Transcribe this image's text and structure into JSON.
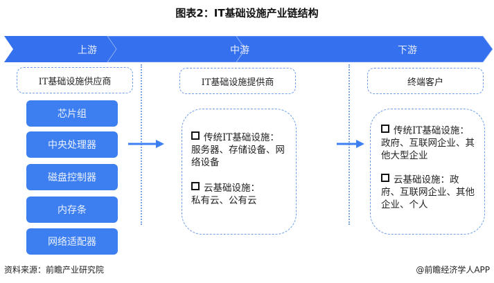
{
  "title": "图表2：IT基础设施产业链结构",
  "colors": {
    "accent": "#3d7ff0",
    "chevron": "#3570ee",
    "dashed_border": "#6f9de8"
  },
  "stages": [
    {
      "label": "上游",
      "header": "IT基础设施供应商"
    },
    {
      "label": "中游",
      "header": "IT基础设施提供商"
    },
    {
      "label": "下游",
      "header": "终端客户"
    }
  ],
  "upstream_items": [
    "芯片组",
    "中央处理器",
    "磁盘控制器",
    "内存条",
    "网络适配器"
  ],
  "midstream": {
    "bullets": [
      {
        "title": "传统IT基础设施：",
        "body": "服务器、存储设备、网络设备"
      },
      {
        "title": "云基础设施：",
        "body": "私有云、公有云"
      }
    ]
  },
  "downstream": {
    "bullets": [
      {
        "text": "传统IT基础设施：政府、互联网企业、其他大型企业"
      },
      {
        "text": "云基础设施：政府、互联网企业、其他企业、个人"
      }
    ]
  },
  "footer": {
    "source": "资料来源：前瞻产业研究院",
    "credit": "@前瞻经济学人APP"
  }
}
